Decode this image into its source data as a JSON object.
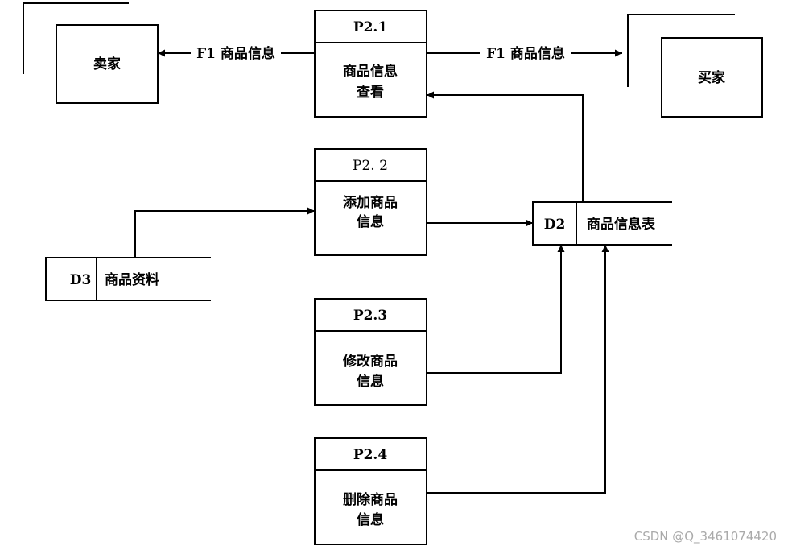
{
  "entities": {
    "seller": {
      "label": "卖家"
    },
    "buyer": {
      "label": "买家"
    }
  },
  "processes": {
    "p21": {
      "id": "P2.1",
      "line1": "商品信息",
      "line2": "查看"
    },
    "p22": {
      "id": "P2. 2",
      "line1": "添加商品",
      "line2": "信息"
    },
    "p23": {
      "id": "P2.3",
      "line1": "修改商品",
      "line2": "信息"
    },
    "p24": {
      "id": "P2.4",
      "line1": "删除商品",
      "line2": "信息"
    }
  },
  "stores": {
    "d2": {
      "id": "D2",
      "name": "商品信息表"
    },
    "d3": {
      "id": "D3",
      "name": "商品资料"
    }
  },
  "flows": {
    "to_seller": "F1 商品信息",
    "to_buyer": "F1 商品信息"
  },
  "watermark": "CSDN @Q_3461074420"
}
